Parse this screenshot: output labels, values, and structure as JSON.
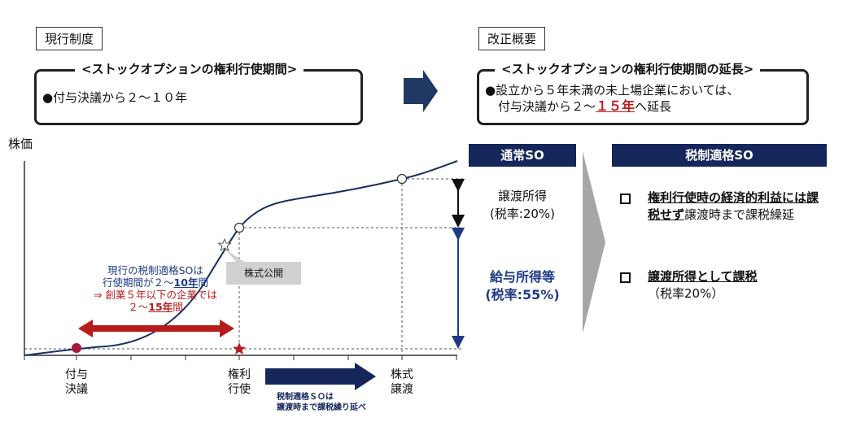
{
  "left": {
    "tag": "現行制度",
    "box_title": "<ストックオプションの権利行使期間>",
    "bullet": "●付与決議から２～１０年"
  },
  "right": {
    "tag": "改正概要",
    "box_title": "<ストックオプションの権利行使期間の延長>",
    "line1": "●設立から５年未満の未上場企業においては、",
    "line2_prefix": "付与決議から２～",
    "line2_highlight": "１５年",
    "line2_suffix": "へ延長"
  },
  "chart": {
    "ylabel": "株価",
    "events": [
      {
        "label_line1": "付与",
        "label_line2": "決議"
      },
      {
        "label_line1": "権利",
        "label_line2": "行使"
      },
      {
        "label_line1": "株式",
        "label_line2": "譲渡"
      }
    ],
    "ipo_label": "株式公開",
    "note_line1": "現行の税制適格SOは",
    "note_line2_prefix": "行使期間が２～",
    "note_line2_highlight": "10年",
    "note_line2_suffix": "間",
    "note_line3": "⇒ 創業５年以下の企業では",
    "note_line4_prefix": "２～",
    "note_line4_highlight": "15年",
    "note_line4_suffix": "間",
    "deferral_line1": "税制適格ＳＯは",
    "deferral_line2": "譲渡時まで課税繰り延べ"
  },
  "normal_so": {
    "header": "通常SO",
    "transfer_income": "譲渡所得",
    "transfer_rate": "(税率:20%)",
    "salary_income": "給与所得等",
    "salary_rate": "(税率:55%)"
  },
  "qualified_so": {
    "header": "税制適格SO",
    "item1_bold": "権利行使時の経済的利益には課税せず",
    "item1_rest": "譲渡時まで課税繰延",
    "item2_bold": "譲渡所得として課税",
    "item2_rate": "（税率20%）"
  },
  "colors": {
    "navy": "#14265a",
    "red": "#b71c1c",
    "curve": "#1b2f5e"
  }
}
